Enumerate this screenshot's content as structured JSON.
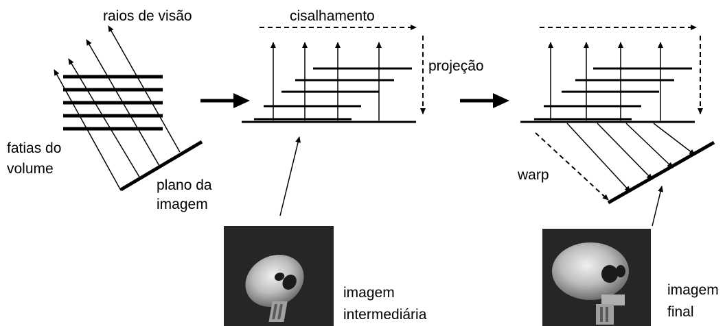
{
  "labels": {
    "rays": "raios de visão",
    "slices_line1": "fatias do",
    "slices_line2": "volume",
    "image_plane_line1": "plano da",
    "image_plane_line2": "imagem",
    "shear": "cisalhamento",
    "projection": "projeção",
    "warp": "warp",
    "intermediate_line1": "imagem",
    "intermediate_line2": "intermediária",
    "final_line1": "imagem",
    "final_line2": "final"
  },
  "thumbnails": [
    {
      "name": "intermediate-skull-image",
      "description_icon": "skull-render"
    },
    {
      "name": "final-skull-image",
      "description_icon": "skull-render"
    }
  ],
  "colors": {
    "background": "#ffffff",
    "ink": "#000000",
    "thumbnail_bg": "#262626"
  }
}
